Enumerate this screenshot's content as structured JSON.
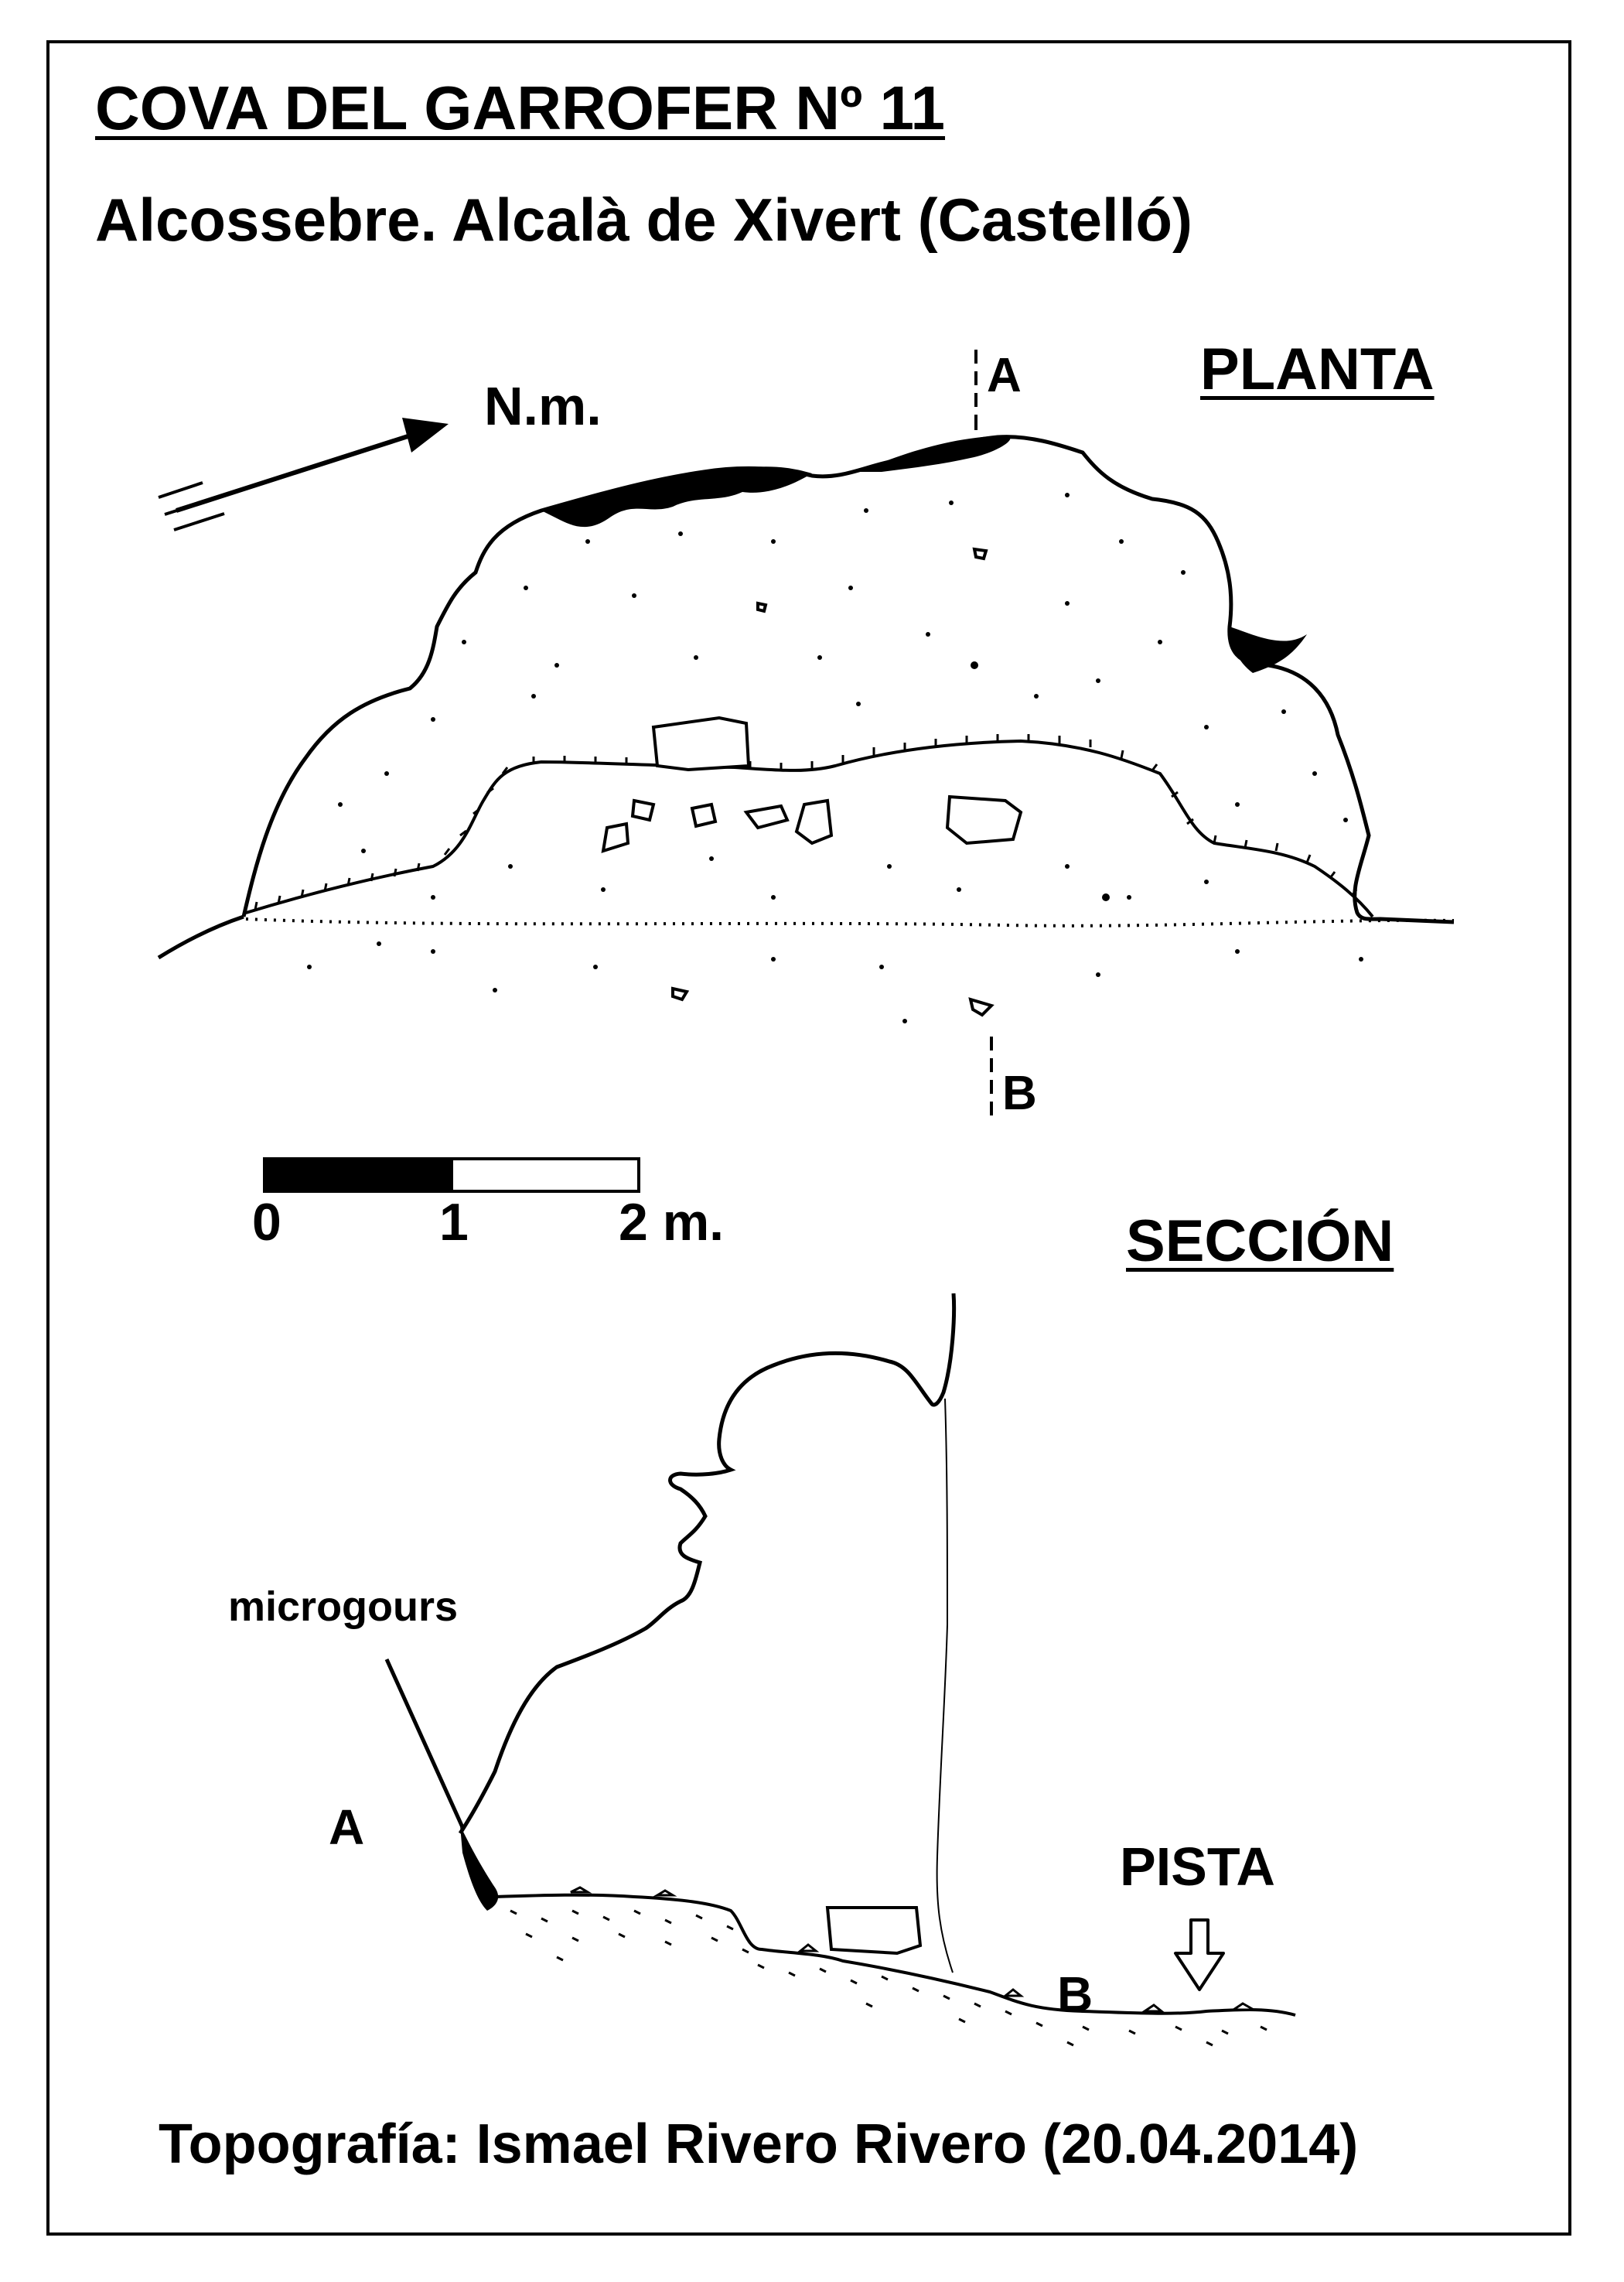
{
  "header": {
    "title": "COVA DEL GARROFER Nº 11",
    "subtitle": "Alcossebre. Alcalà de Xivert (Castelló)"
  },
  "plan": {
    "label": "PLANTA",
    "north_label": "N.m.",
    "section_start": "A",
    "section_end": "B"
  },
  "scale_bar": {
    "tick_0": "0",
    "tick_1": "1",
    "tick_2": "2 m."
  },
  "section": {
    "label": "SECCIÓN",
    "microgours_label": "microgours",
    "point_a": "A",
    "point_b": "B",
    "pista_label": "PISTA"
  },
  "footer": {
    "credit": "Topografía: Ismael Rivero Rivero (20.04.2014)"
  },
  "colors": {
    "ink": "#000000",
    "paper": "#ffffff"
  }
}
